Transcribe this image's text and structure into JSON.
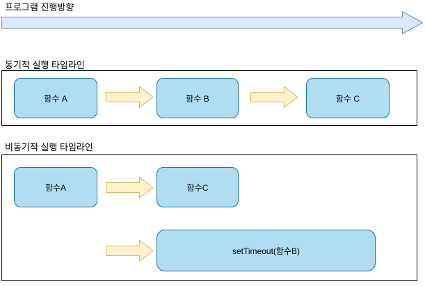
{
  "diagram": {
    "header_label": "프로그램 진행방향",
    "sync": {
      "title": "동기적 실행 타임라인",
      "nodes": [
        {
          "label": "함수 A"
        },
        {
          "label": "함수 B"
        },
        {
          "label": "함수 C"
        }
      ]
    },
    "async": {
      "title": "비동기적 실행 타임라인",
      "nodes": [
        {
          "label": "함수A"
        },
        {
          "label": "함수C"
        },
        {
          "label": "setTimeout(함수B)"
        }
      ]
    },
    "colors": {
      "node_fill": "#b1ddf0",
      "node_stroke": "#10739e",
      "flow_arrow_fill": "#dae8fc",
      "flow_arrow_stroke": "#6c8ebf",
      "step_arrow_fill": "#fff2cc",
      "step_arrow_stroke": "#d6b656",
      "frame_stroke": "#000000",
      "text": "#000000"
    }
  }
}
